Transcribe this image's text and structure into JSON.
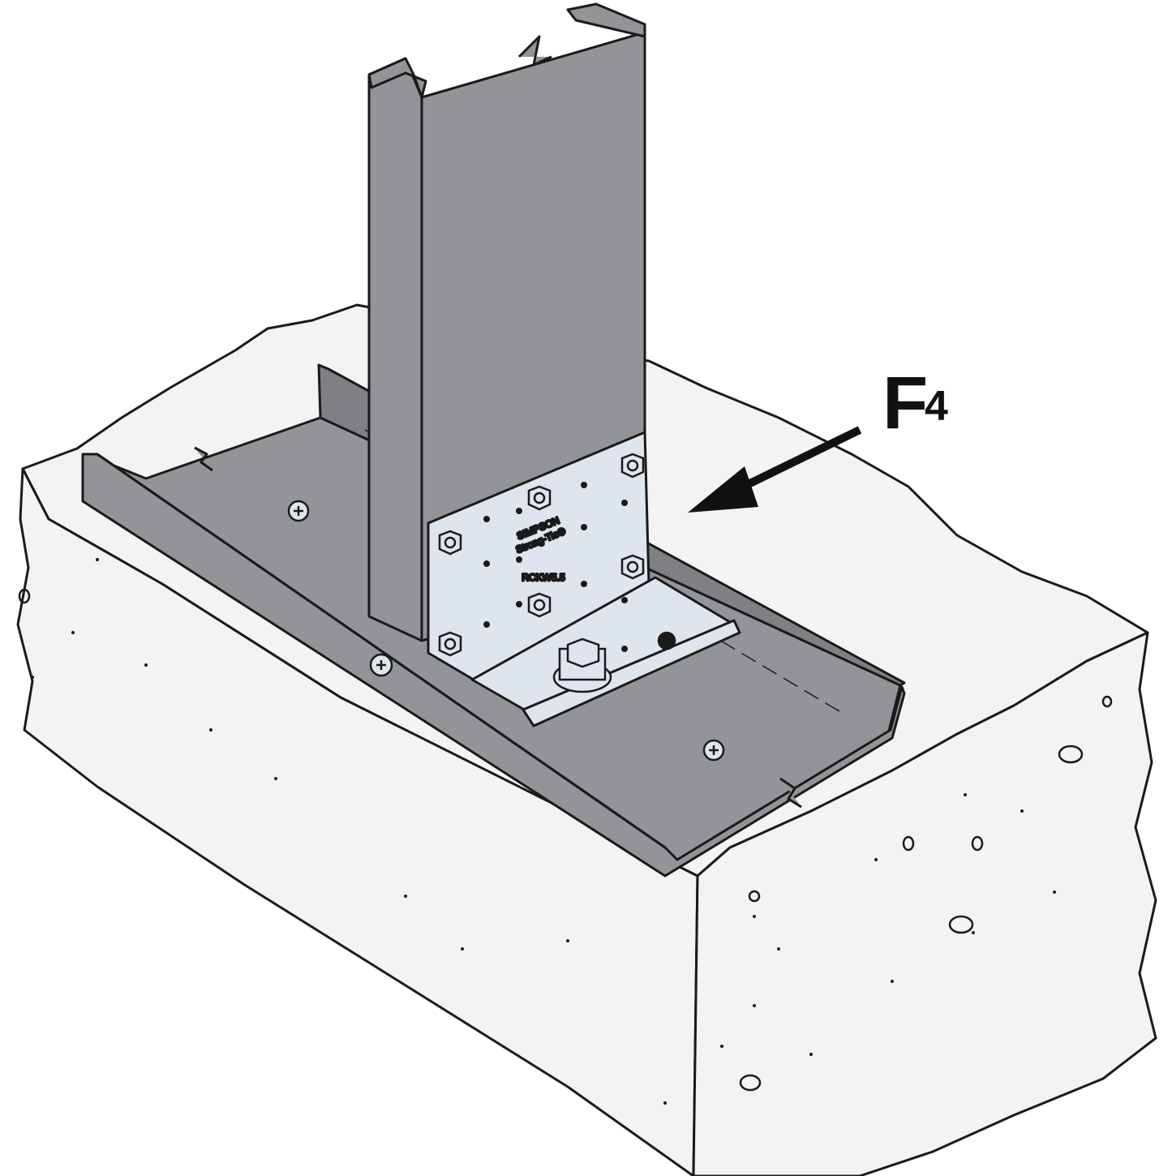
{
  "bracket": {
    "brand_line1": "SIMPSON",
    "brand_line2": "Strong-Tie®",
    "model": "RCKW5.5"
  },
  "force": {
    "letter": "F",
    "subscript": "4"
  },
  "colors": {
    "steel": "#939497",
    "steel_dark": "#7e8083",
    "bracket": "#dfe5ec",
    "concrete": "#f3f3f4",
    "outline": "#1a1a1a"
  },
  "icons": [
    "screw-icon",
    "hex-bolt-icon",
    "anchor-bolt-icon",
    "arrow-icon"
  ]
}
